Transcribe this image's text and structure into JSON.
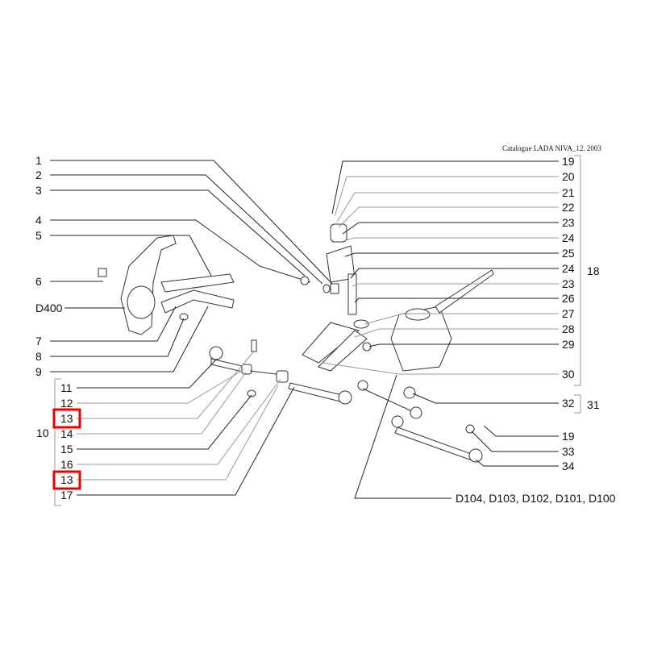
{
  "header": {
    "catalogue": "Catalogue LADA NIVA_12. 2003"
  },
  "left_labels": [
    "1",
    "2",
    "3",
    "4",
    "5",
    "6",
    "D400",
    "7",
    "8",
    "9"
  ],
  "group10": {
    "label": "10",
    "items": [
      "11",
      "12",
      "13",
      "14",
      "15",
      "16",
      "13",
      "17"
    ],
    "highlighted": [
      "13",
      "13"
    ],
    "highlight_color": "#e00000"
  },
  "right_labels": [
    "19",
    "20",
    "21",
    "22",
    "23",
    "24",
    "25",
    "24",
    "23",
    "26",
    "27",
    "28",
    "29",
    "30"
  ],
  "group18": {
    "label": "18"
  },
  "group31": {
    "label": "31",
    "items": [
      "32"
    ]
  },
  "lower_right_labels": [
    "19",
    "33",
    "34"
  ],
  "bottom_label": "D104, D103, D102, D101, D100"
}
